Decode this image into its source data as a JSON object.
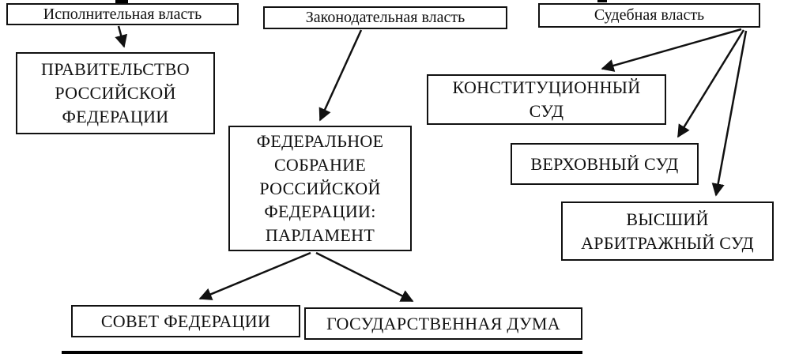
{
  "diagram": {
    "headers": {
      "executive": "Исполнительная власть",
      "legislative": "Законодательная власть",
      "judicial": "Судебная власть"
    },
    "boxes": {
      "government": "ПРАВИТЕЛЬСТВО\nРОССИЙСКОЙ\nФЕДЕРАЦИИ",
      "federal_assembly": "ФЕДЕРАЛЬНОЕ\nСОБРАНИЕ\nРОССИЙСКОЙ\nФЕДЕРАЦИИ:\nПАРЛАМЕНТ",
      "constitutional_court": "КОНСТИТУЦИОННЫЙ\nСУД",
      "supreme_court": "ВЕРХОВНЫЙ СУД",
      "arbitration_court": "ВЫСШИЙ\nАРБИТРАЖНЫЙ СУД",
      "federation_council": "СОВЕТ ФЕДЕРАЦИИ",
      "state_duma": "ГОСУДАРСТВЕННАЯ ДУМА"
    },
    "colors": {
      "line": "#111111",
      "text": "#111111",
      "background": "#ffffff"
    }
  }
}
